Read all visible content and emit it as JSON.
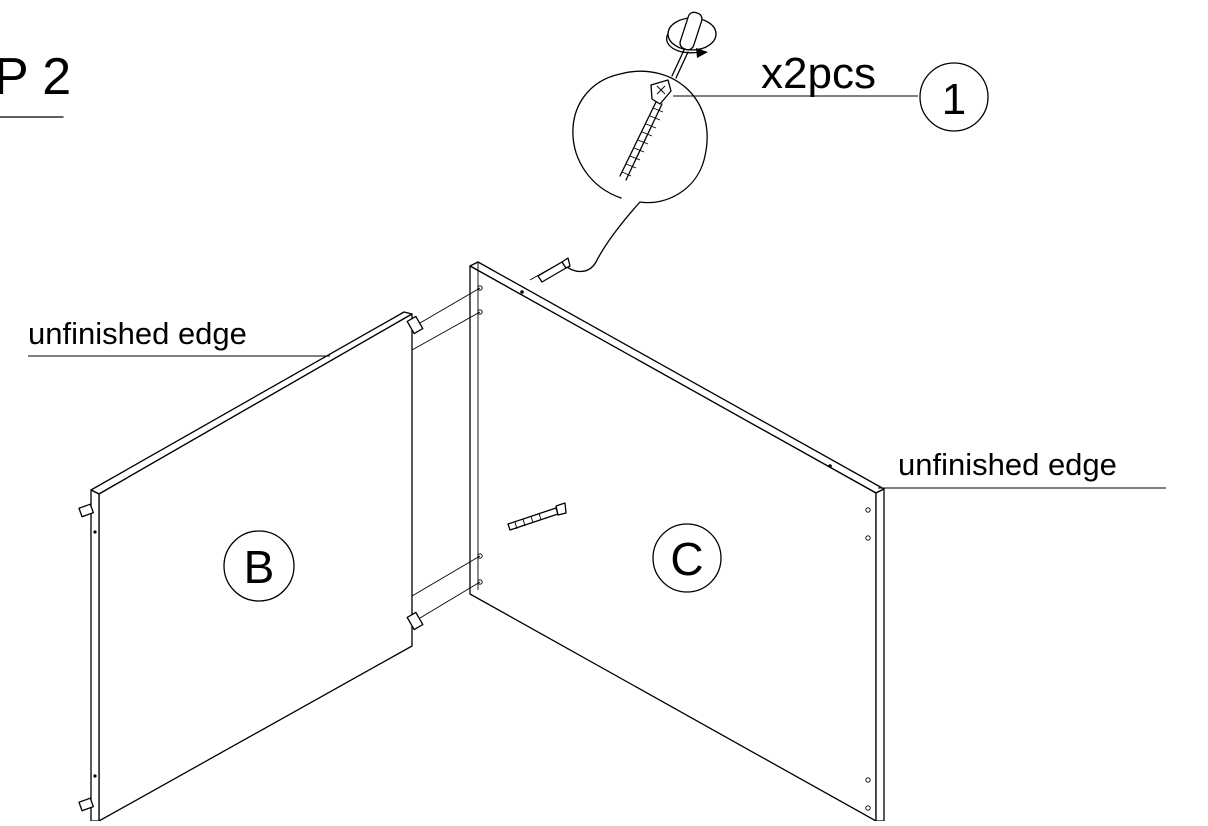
{
  "step": {
    "title_fragment": "P 2"
  },
  "callout": {
    "quantity": "x2pcs",
    "part_number": "1"
  },
  "panels": {
    "left": {
      "label": "B",
      "edge_note": "unfinished edge"
    },
    "right": {
      "label": "C",
      "edge_note": "unfinished edge"
    }
  },
  "hardware": {
    "screw_icon": "screw-icon",
    "screwdriver_icon": "screwdriver-icon",
    "dowel_icon": "dowel-icon"
  }
}
